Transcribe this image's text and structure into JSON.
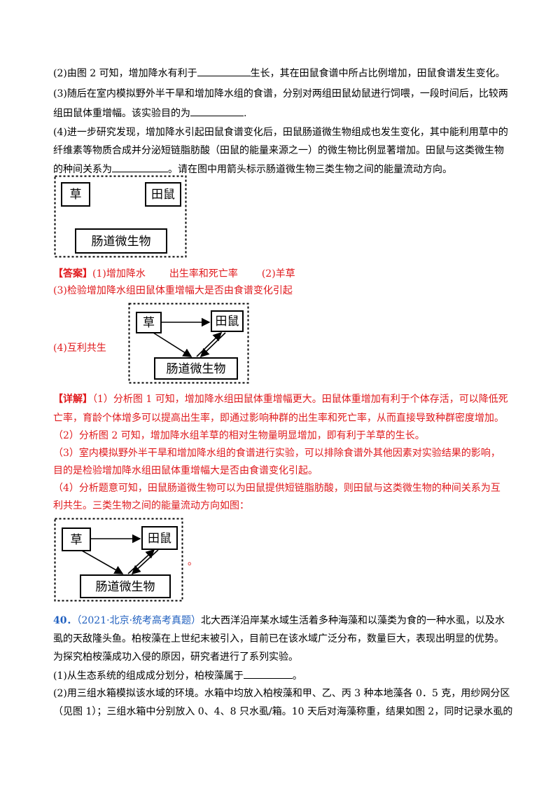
{
  "q_items": {
    "p2_a": "(2)由图 2 可知，增加降水有利于",
    "p2_b": "生长，其在田鼠食谱中所占比例增加，田鼠食谱发生变化。",
    "p3_1": "(3)随后在室内模拟野外半干旱和增加降水组的食谱，分别对两组田鼠幼鼠进行饲喂，一段时间后，比较两",
    "p3_2a": "组田鼠体重增幅。该实验目的为",
    "p3_2b": ".",
    "p4_1": "(4)进一步研究发现，增加降水引起田鼠食谱变化后，田鼠肠道微生物组成也发生变化，其中能利用草中的",
    "p4_2": "纤维素等物质合成并分泌短链脂肪酸（田鼠的能量来源之一）的微生物比例显著增加。田鼠与这类微生物",
    "p4_3a": "的种间关系为",
    "p4_3b": "。请在图中用箭头标示肠道微生物三类生物之间的能量流动方向。"
  },
  "diagram_labels": {
    "grass": "草",
    "vole": "田鼠",
    "microbe": "肠道微生物"
  },
  "answer": {
    "tag": "【答案】",
    "a1": "(1)增加降水",
    "a1b": "出生率和死亡率",
    "a2": "(2)羊草",
    "a3": "(3)检验增加降水组田鼠体重增幅大是否由食谱变化引起",
    "a4": "(4)互利共生"
  },
  "detail": {
    "tag": "【详解】",
    "d1_1": "（1）分析图 1 可知，增加降水组田鼠体重增幅更大。田鼠体重增加有利于个体存活，可以降低死",
    "d1_2": "亡率，育龄个体增多可以提高出生率，即通过影响种群的出生率和死亡率，从而直接导致种群密度增加。",
    "d2": "（2）分析图 2 可知，增加降水组羊草的相对生物量明显增加，即有利于羊草的生长。",
    "d3_1": "（3）室内模拟野外半干旱和增加降水组的食谱进行实验，可以排除食谱外其他因素对实验结果的影响，",
    "d3_2": "目的是检验增加降水组田鼠体重增幅大是否由食谱变化引起。",
    "d4_1": "（4）分析题意可知，田鼠肠道微生物可以为田鼠提供短链脂肪酸，则田鼠与这类微生物的种间关系为互",
    "d4_2": "利共生。三类生物之间的能量流动方向如图：",
    "end_mark": "。"
  },
  "q40": {
    "num": "40．",
    "source": "（2021·北京·统考高考真题）",
    "l1": "北大西洋沿岸某水域生活着多种海藻和以藻类为食的一种水虱，以及水",
    "l2": "虱的天敌隆头鱼。柏桉藻在上世纪末被引入，目前已在该水域广泛分布，数量巨大，表现出明显的优势。",
    "l3": "为探究柏桉藻成功入侵的原因，研究者进行了系列实验。",
    "l4a": "(1)从生态系统的组成成分划分，柏桉藻属于",
    "l4b": "。",
    "l5": "(2)用三组水箱模拟该水域的环境。水箱中均放入柏桉藻和甲、乙、丙 3 种本地藻各 0．5 克，用纱网分区",
    "l6": "（见图 1）；三组水箱中分别放入 0、4、8 只水虱/箱。10 天后对海藻称重，结果如图 2，同时记录水虱的"
  }
}
